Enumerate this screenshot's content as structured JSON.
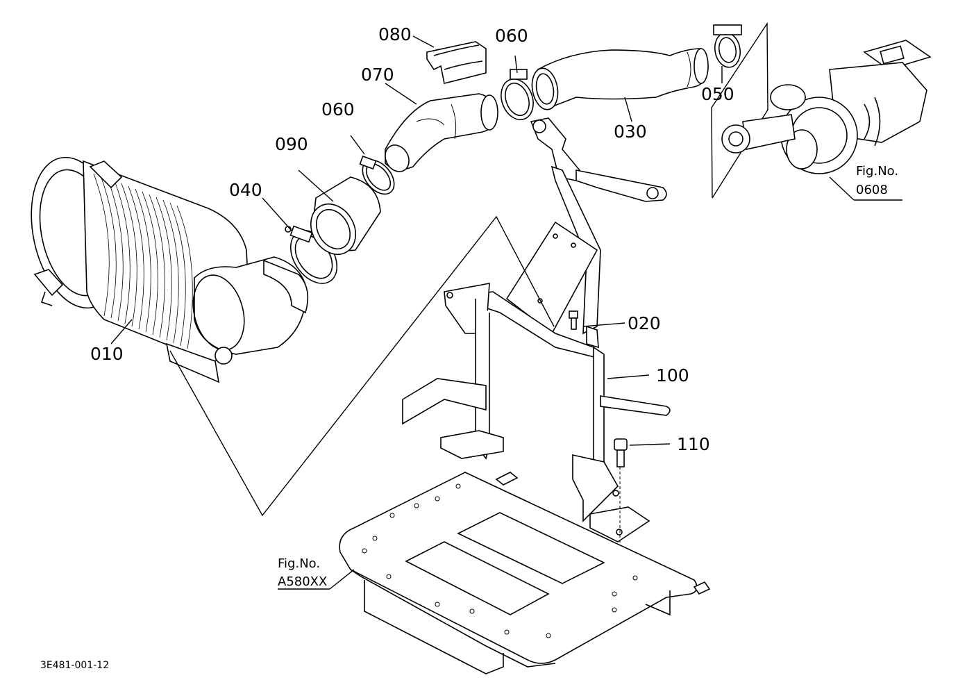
{
  "labels": {
    "p010": "010",
    "p020": "020",
    "p030": "030",
    "p040": "040",
    "p050": "050",
    "p060a": "060",
    "p060b": "060",
    "p070": "070",
    "p080": "080",
    "p090": "090",
    "p100": "100",
    "p110": "110"
  },
  "references": {
    "fig_turbo_label": "Fig.No.",
    "fig_turbo_number": "0608",
    "fig_frame_label": "Fig.No.",
    "fig_frame_number": "A580XX"
  },
  "footer": {
    "drawing_code": "3E481-001-12"
  }
}
